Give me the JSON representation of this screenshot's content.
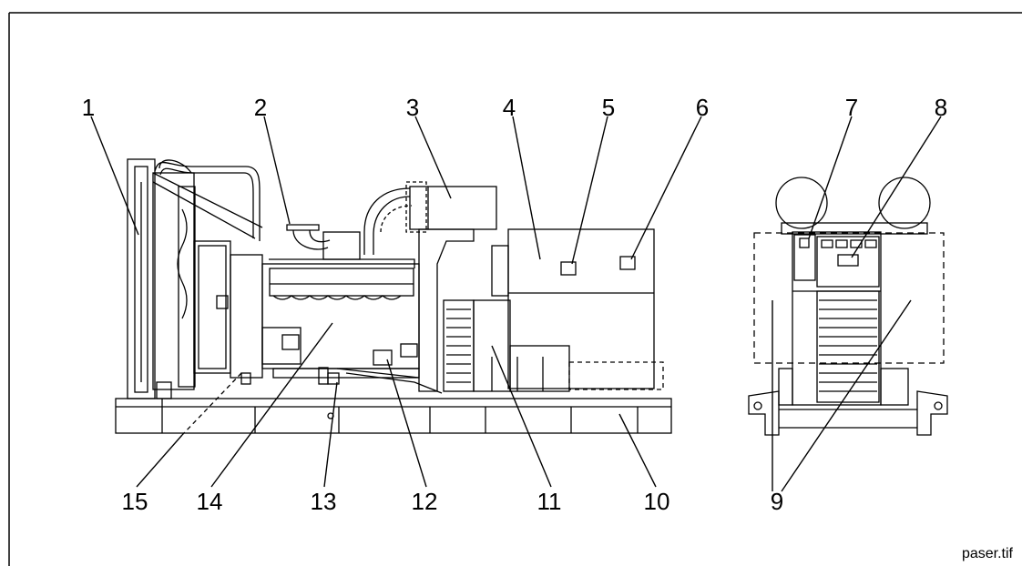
{
  "callouts": [
    "1",
    "2",
    "3",
    "4",
    "5",
    "6",
    "7",
    "8",
    "9",
    "10",
    "11",
    "12",
    "13",
    "14",
    "15"
  ],
  "filename": "paser.tif"
}
